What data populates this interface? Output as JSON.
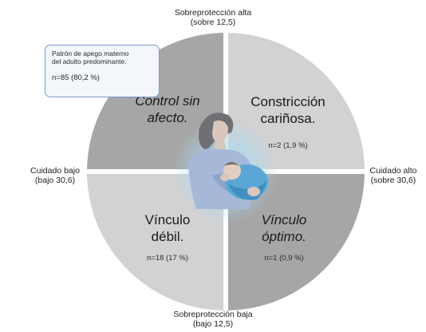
{
  "axes": {
    "top": "Sobreprotección alta\n(sobre 12,5)",
    "bottom": "Sobreprotección baja\n(bajo 12,5)",
    "left": "Cuidado bajo\n(bajo 30,6)",
    "right": "Cuidado alto\n(sobre 30,6)"
  },
  "quadrants": {
    "top_left": {
      "title": "Control sin\nafecto.",
      "italic": true,
      "color": "#a6a6a6"
    },
    "top_right": {
      "title": "Constricción\ncariñosa.",
      "count": "n=2 (1,9 %)",
      "italic": false,
      "color": "#d2d2d2"
    },
    "bottom_left": {
      "title": "Vínculo\ndébil.",
      "count": "n=18 (17 %)",
      "italic": false,
      "color": "#d2d2d2"
    },
    "bottom_right": {
      "title": "Vínculo\nóptimo.",
      "count": "n=1 (0,9 %)",
      "italic": true,
      "color": "#a6a6a6"
    }
  },
  "callout": {
    "text": "Patrón de apego materno\ndel adulto predominante.",
    "count": "n=85 (80,2 %)",
    "border_color": "#7b9bd0"
  },
  "center_illustration": {
    "icon": "mother-holding-baby-icon",
    "glow_color": "#9fd3ef",
    "blanket_color": "#5aa7d6"
  }
}
